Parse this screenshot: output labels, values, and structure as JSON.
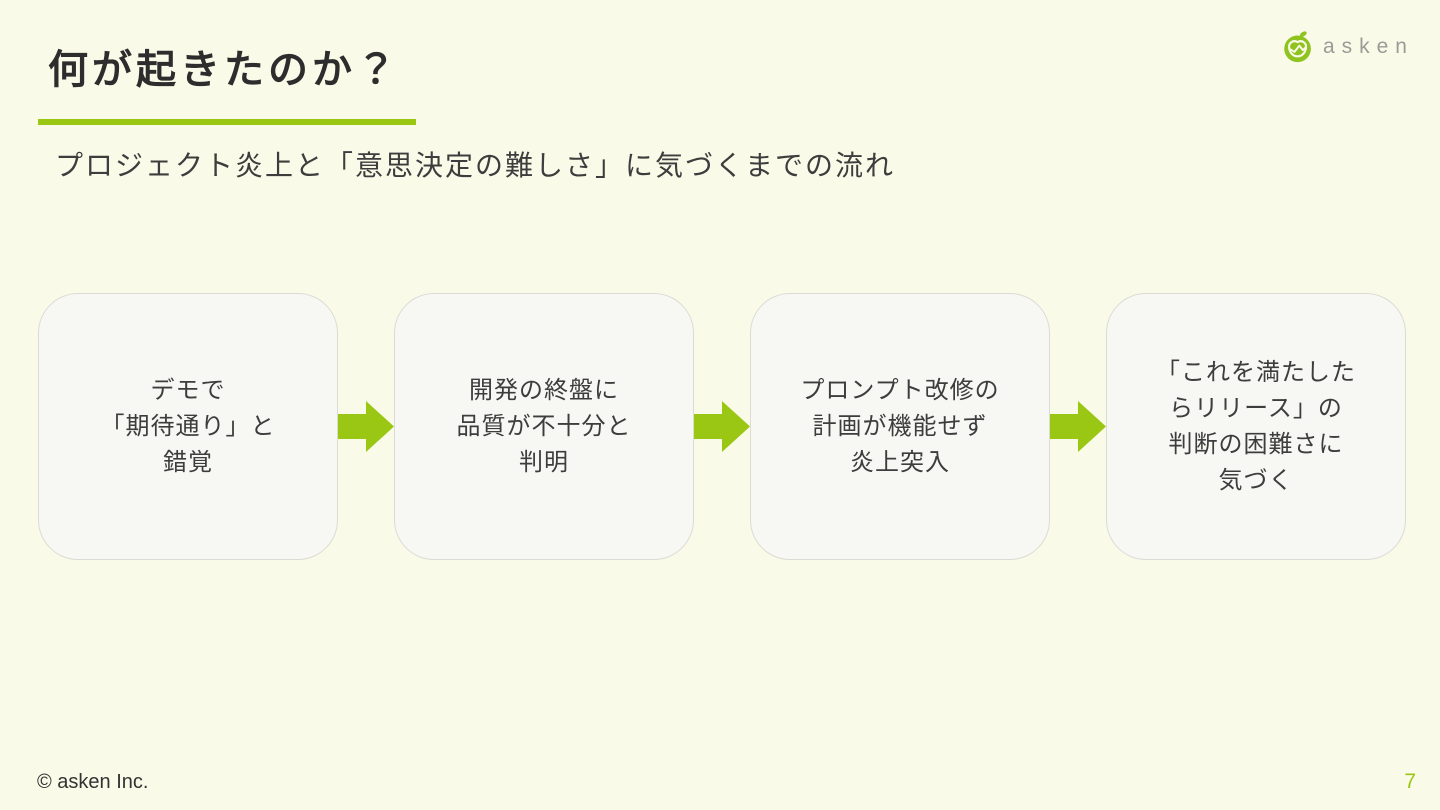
{
  "slide": {
    "title": "何が起きたのか？",
    "subtitle": "プロジェクト炎上と「意思決定の難しさ」に気づくまでの流れ",
    "footer": "© asken Inc.",
    "page_number": "7"
  },
  "logo": {
    "text": "asken"
  },
  "flow": {
    "boxes": [
      {
        "text": "デモで\n「期待通り」と\n錯覚"
      },
      {
        "text": "開発の終盤に\n品質が不十分と\n判明"
      },
      {
        "text": "プロンプト改修の\n計画が機能せず\n炎上突入"
      },
      {
        "text": "「これを満たした\nらリリース」の\n判断の困難さに\n気づく"
      }
    ]
  },
  "colors": {
    "background": "#FAFAE8",
    "accent_green": "#99C713",
    "logo_green": "#8FC31F",
    "box_fill": "#F7F7F3",
    "box_border": "#DCDCD5",
    "title_text": "#2D2D2D",
    "body_text": "#3D3D3D",
    "logo_text_gray": "#9B9B97"
  }
}
